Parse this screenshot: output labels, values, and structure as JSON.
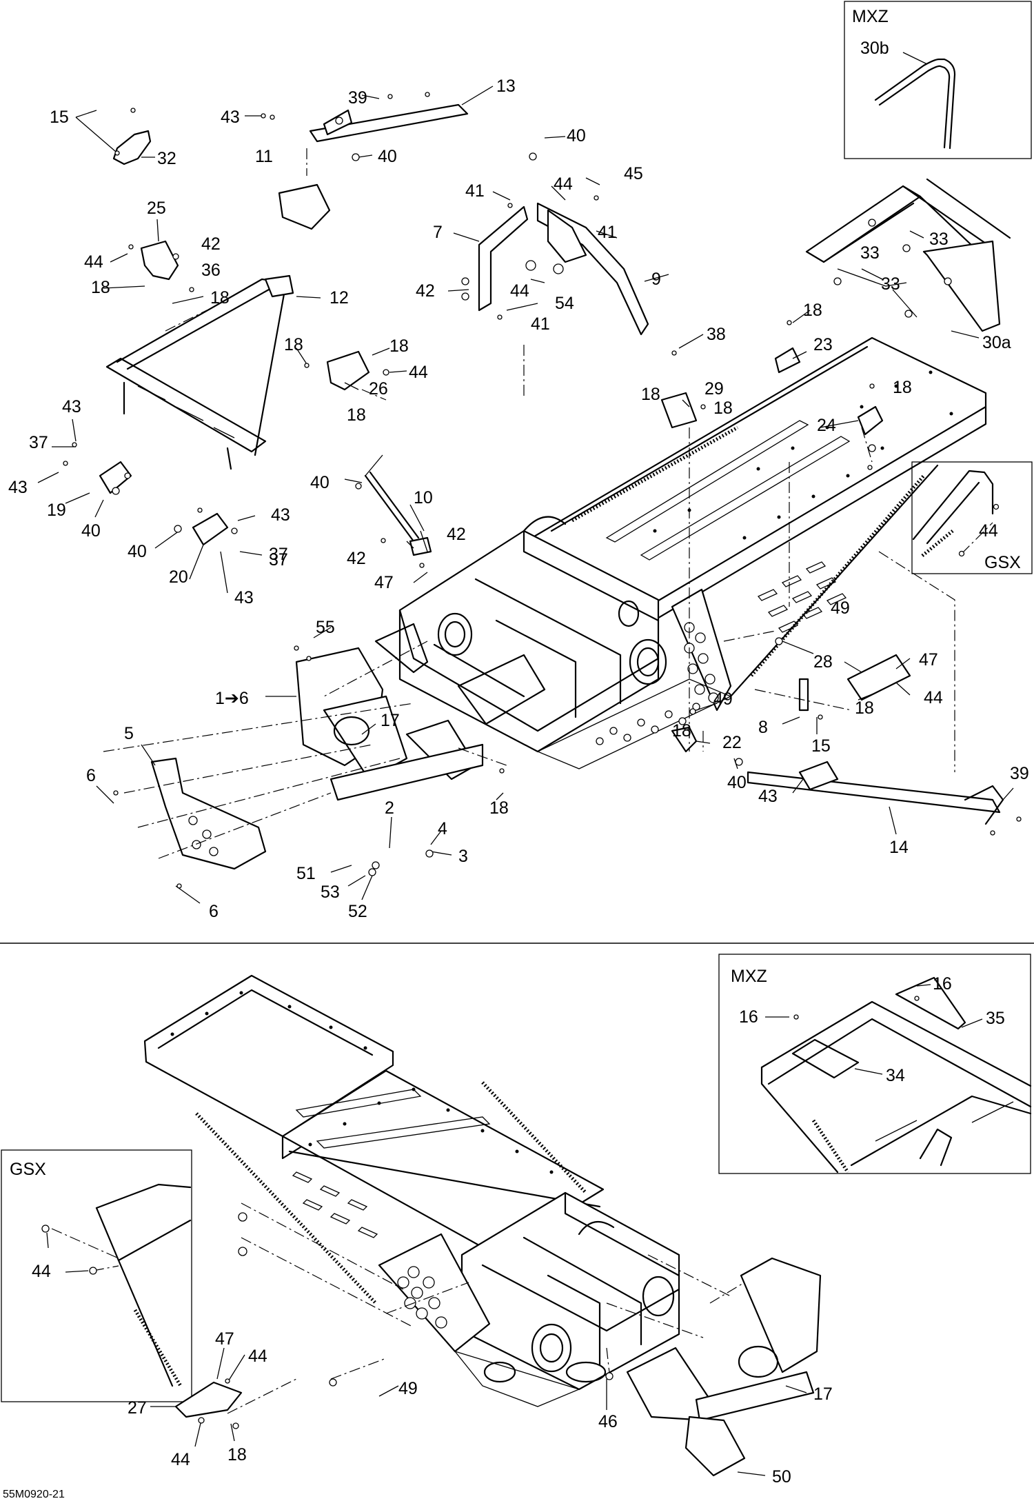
{
  "drawing_code": "55M0920-21",
  "insets": {
    "mxz_top": {
      "title": "MXZ"
    },
    "gsx_top": {
      "title": "GSX"
    },
    "mxz_bottom": {
      "title": "MXZ"
    },
    "gsx_bottom": {
      "title": "GSX"
    }
  },
  "callouts_top": [
    "15",
    "32",
    "43",
    "39",
    "13",
    "40",
    "11",
    "40",
    "45",
    "44",
    "41",
    "7",
    "41",
    "42",
    "44",
    "54",
    "41",
    "9",
    "38",
    "25",
    "44",
    "42",
    "36",
    "18",
    "18",
    "12",
    "18",
    "18",
    "44",
    "26",
    "18",
    "33",
    "33",
    "33",
    "30b",
    "30a",
    "18",
    "23",
    "18",
    "29",
    "18",
    "18",
    "24",
    "43",
    "37",
    "43",
    "19",
    "40",
    "40",
    "37",
    "10",
    "42",
    "42",
    "47",
    "43",
    "40",
    "20",
    "37",
    "43",
    "44",
    "55",
    "1➔6",
    "17",
    "5",
    "6",
    "6",
    "2",
    "4",
    "3",
    "51",
    "53",
    "52",
    "18",
    "49",
    "49",
    "28",
    "47",
    "44",
    "18",
    "8",
    "15",
    "18",
    "22",
    "40",
    "43",
    "14",
    "39"
  ],
  "callouts_bottom": [
    "16",
    "35",
    "16",
    "34",
    "44",
    "49",
    "47",
    "44",
    "27",
    "44",
    "18",
    "46",
    "17",
    "50"
  ]
}
